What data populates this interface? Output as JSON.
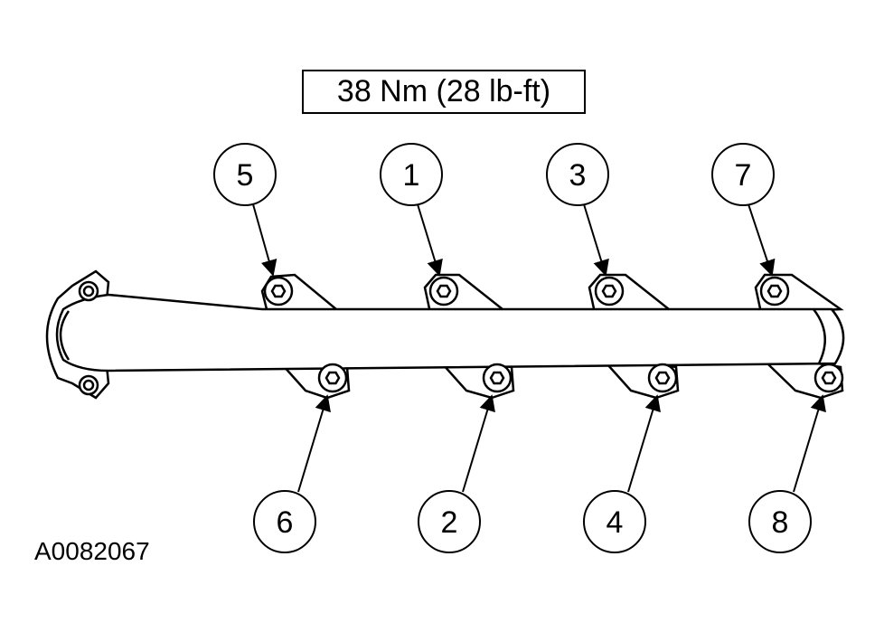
{
  "torque_spec": "38 Nm (28 lb-ft)",
  "reference_code": "A0082067",
  "bolt_callouts": {
    "top": [
      "5",
      "1",
      "3",
      "7"
    ],
    "bottom": [
      "6",
      "2",
      "4",
      "8"
    ]
  },
  "colors": {
    "line": "#000000",
    "background": "#ffffff"
  }
}
